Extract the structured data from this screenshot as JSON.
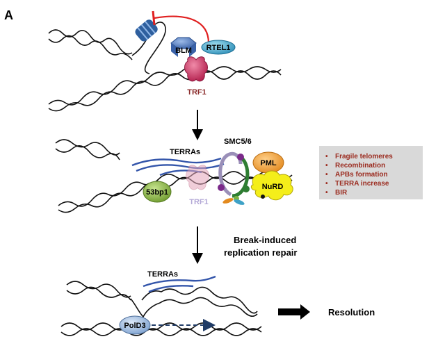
{
  "panel_label": "A",
  "colors": {
    "blm": "#4a74b8",
    "rtel1": "#3fa2c7",
    "trf1": "#c8315c",
    "trf1_faded": "#e4a6bb",
    "terra": "#3355aa",
    "smc_green": "#2e7d32",
    "smc_purple": "#7b2a8a",
    "pml": "#f4a23c",
    "nurd": "#f4ee1a",
    "bp53": "#8fbf4a",
    "pold3": "#a7c3e4",
    "inhibit": "#e02020",
    "box_bg": "#d9d9d9",
    "box_text": "#9b2b1f"
  },
  "stage1": {
    "blm_label": "BLM",
    "rtel1_label": "RTEL1",
    "trf1_label": "TRF1"
  },
  "stage2": {
    "terras_label": "TERRAs",
    "smc_label": "SMC5/6",
    "pml_label": "PML",
    "nurd_label": "NuRD",
    "bp53_label": "53bp1",
    "trf1_label": "TRF1"
  },
  "outcomes": [
    "Fragile telomeres",
    "Recombination",
    "APBs formation",
    "TERRA increase",
    "BIR"
  ],
  "step_label_lines": [
    "Break-induced",
    "replication repair"
  ],
  "stage3": {
    "terras_label": "TERRAs",
    "pold3_label": "PolD3",
    "resolution_label": "Resolution"
  }
}
